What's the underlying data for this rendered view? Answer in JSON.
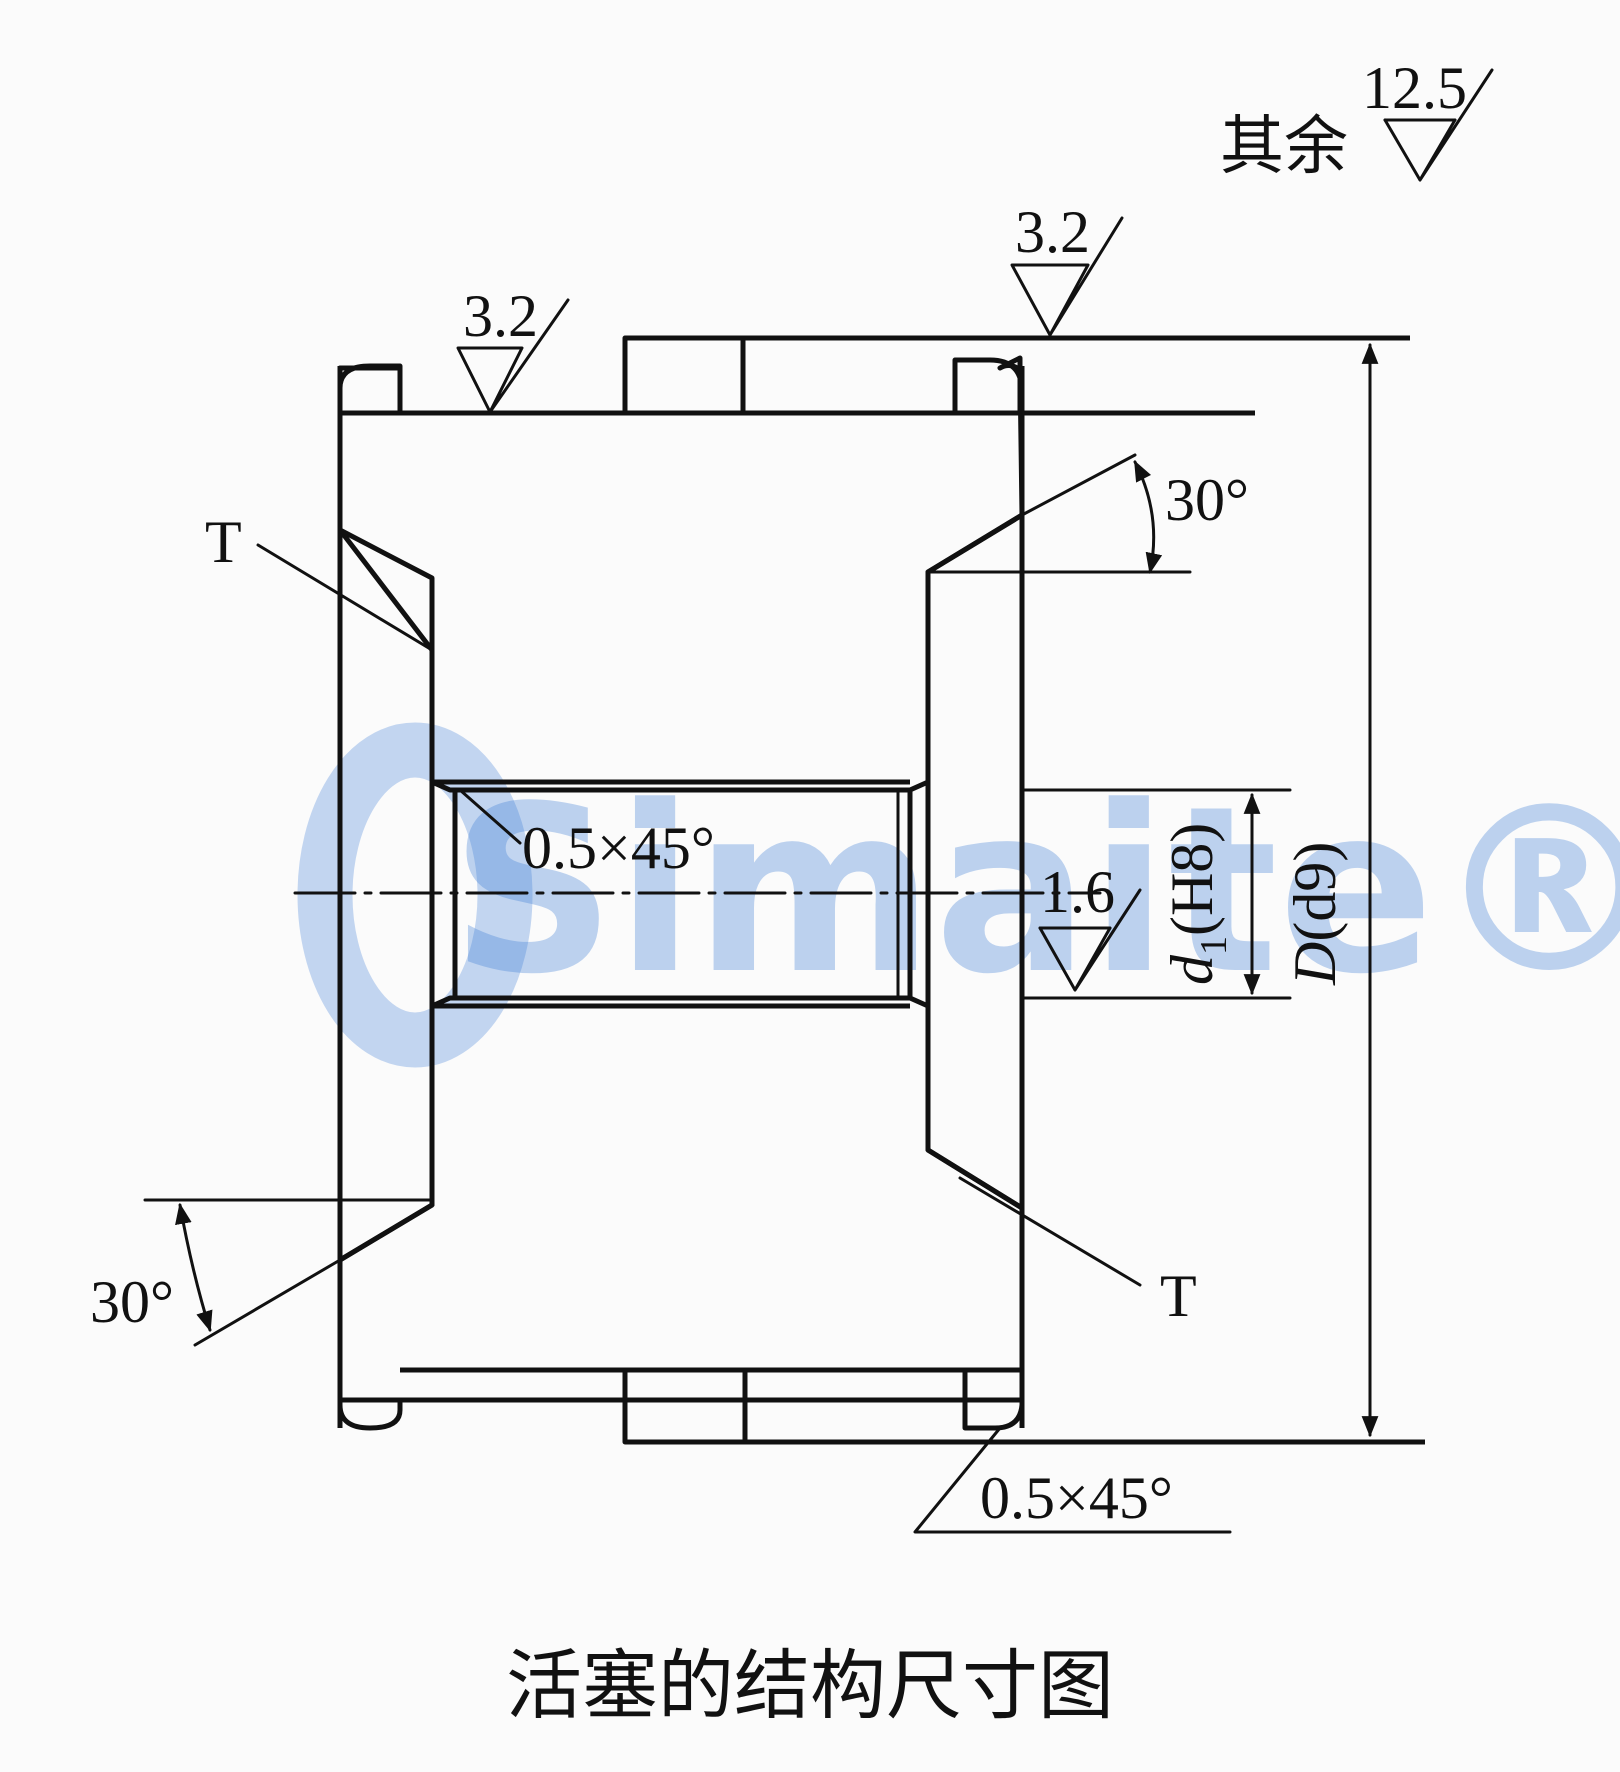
{
  "drawing": {
    "caption": "活塞的结构尺寸图",
    "general_roughness": {
      "prefix": "其余",
      "value": "12.5"
    },
    "roughness_top_groove": "3.2",
    "roughness_outer": "3.2",
    "roughness_bore": "1.6",
    "chamfer_inner": "0.5×45°",
    "chamfer_outer": "0.5×45°",
    "angle_top": "30°",
    "angle_bottom": "30°",
    "label_t_left": "T",
    "label_t_right": "T",
    "dim_bore": {
      "d": "d",
      "sub": "1",
      "tol": "(H8)"
    },
    "dim_outer": {
      "d": "D",
      "tol": "(d9)"
    },
    "watermark": "Simaite®",
    "colors": {
      "line": "#111111",
      "watermark": "#3e7fd6"
    }
  }
}
